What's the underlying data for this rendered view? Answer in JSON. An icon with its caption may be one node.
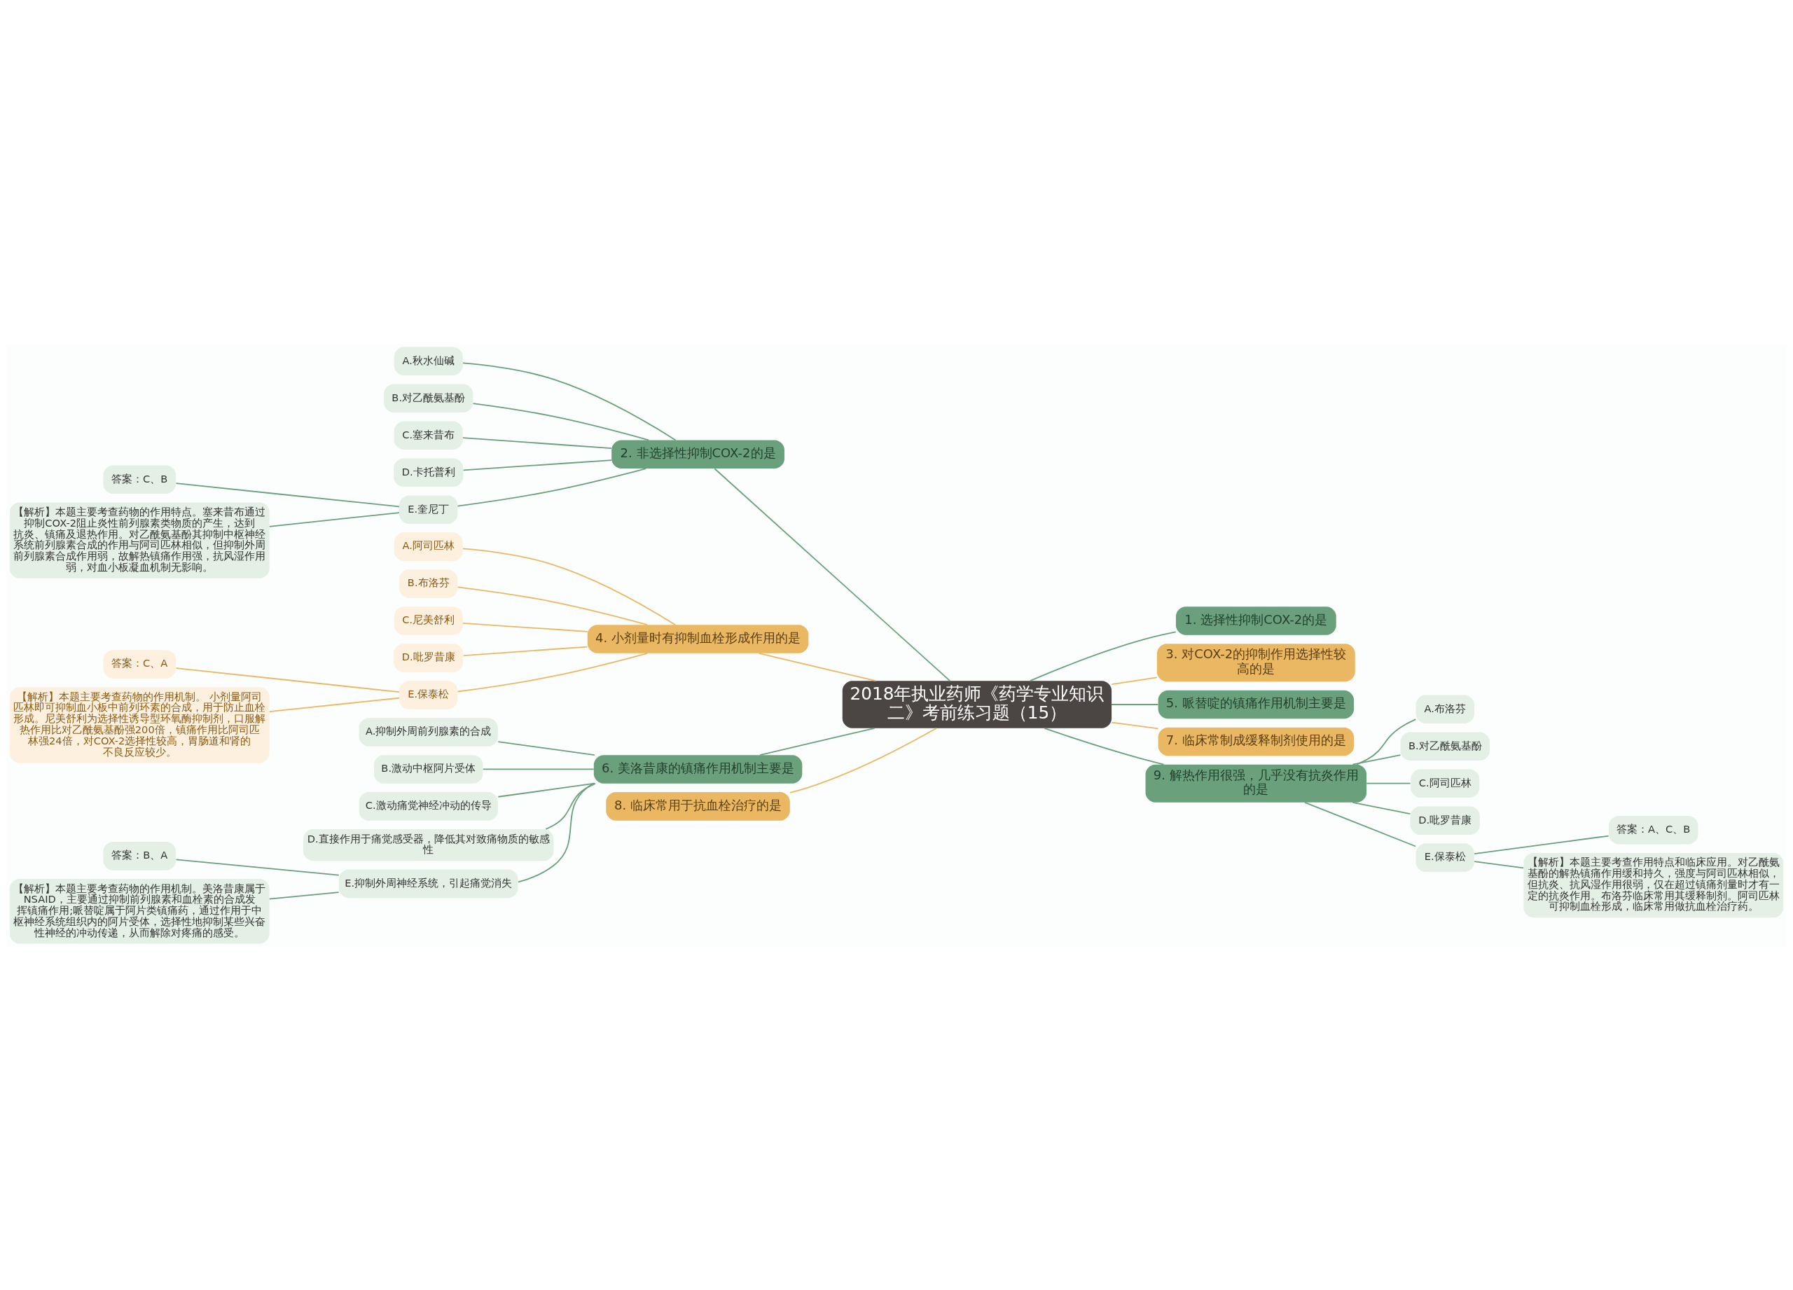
{
  "diagram": {
    "nodes": [
      {
        "text": [
          "2018年执业药师《药学专业知识二》考前练习题（15）"
        ]
      },
      {
        "text": [
          "2. 非选择性抑制COX-2的是"
        ]
      },
      {
        "text": [
          "A.秋水仙碱"
        ]
      },
      {
        "text": [
          "B.对乙酰氨基酚"
        ]
      },
      {
        "text": [
          "C.塞来昔布"
        ]
      },
      {
        "text": [
          "D.卡托普利"
        ]
      },
      {
        "text": [
          "E.奎尼丁"
        ]
      },
      {
        "text": [
          "答案：C、B"
        ]
      },
      {
        "text": [
          "【解析】本题主要考查药物的作用特点。塞来昔布通过抑制COX-2阻止炎性前列腺素类物质的产生，达到抗炎、镇痛及退热作用。对乙酰氨基酚其抑制中枢神经系统前列腺素合成的作用与阿司匹林相似，但抑制外周前列腺素合成作用弱，故解热镇痛作用强，抗风湿作用弱，对血小板凝血机制无影响。"
        ]
      },
      {
        "text": [
          "4. 小剂量时有抑制血栓形成作用的是"
        ]
      },
      {
        "text": [
          "A.阿司匹林"
        ]
      },
      {
        "text": [
          "B.布洛芬"
        ]
      },
      {
        "text": [
          "C.尼美舒利"
        ]
      },
      {
        "text": [
          "D.吡罗昔康"
        ]
      },
      {
        "text": [
          "E.保泰松"
        ]
      },
      {
        "text": [
          "答案：C、A"
        ]
      },
      {
        "text": [
          "【解析】本题主要考查药物的作用机制。 小剂量阿司匹林即可抑制血小板中前列环素的合成，用于防止血栓形成。尼美舒利为选择性诱导型环氧酶抑制剂，口服解热作用比对乙酰氨基酚强200倍，镇痛作用比阿司匹林强24倍，对COX-2选择性较高，胃肠道和肾的不良反应较少。"
        ]
      },
      {
        "text": [
          "6. 美洛昔康的镇痛作用机制主要是"
        ]
      },
      {
        "text": [
          "A.抑制外周前列腺素的合成"
        ]
      },
      {
        "text": [
          "B.激动中枢阿片受体"
        ]
      },
      {
        "text": [
          "C.激动痛觉神经冲动的传导"
        ]
      },
      {
        "text": [
          "D.直接作用于痛觉感受器，降低其对致痛物质的敏感性"
        ]
      },
      {
        "text": [
          "E.抑制外周神经系统，引起痛觉消失"
        ]
      },
      {
        "text": [
          "答案：B、A"
        ]
      },
      {
        "text": [
          "【解析】本题主要考查药物的作用机制。美洛昔康属于NSAID，主要通过抑制前列腺素和血栓素的合成发挥镇痛作用;哌替啶属于阿片类镇痛药，通过作用于中枢神经系统组织内的阿片受体，选择性地抑制某些兴奋性神经的冲动传递，从而解除对疼痛的感受。"
        ]
      },
      {
        "text": [
          "8. 临床常用于抗血栓治疗的是"
        ]
      },
      {
        "text": [
          "1. 选择性抑制COX-2的是"
        ]
      },
      {
        "text": [
          "3. 对COX-2的抑制作用选择性较高的是"
        ]
      },
      {
        "text": [
          "5. 哌替啶的镇痛作用机制主要是"
        ]
      },
      {
        "text": [
          "7. 临床常制成缓释制剂使用的是"
        ]
      },
      {
        "text": [
          "9. 解热作用很强，几乎没有抗炎作用的是"
        ]
      },
      {
        "text": [
          "A.布洛芬"
        ]
      },
      {
        "text": [
          "B.对乙酰氨基酚"
        ]
      },
      {
        "text": [
          "C.阿司匹林"
        ]
      },
      {
        "text": [
          "D.吡罗昔康"
        ]
      },
      {
        "text": [
          "E.保泰松"
        ]
      },
      {
        "text": [
          "答案：A、C、B"
        ]
      },
      {
        "text": [
          "【解析】本题主要考查作用特点和临床应用。对乙酰氨基酚的解热镇痛作用缓和持久，强度与阿司匹林相似，但抗炎、抗风湿作用很弱，仅在超过镇痛剂量时才有一定的抗炎作用。布洛芬临床常用其缓释制剂。阿司匹林可抑制血栓形成，临床常用做抗血栓治疗药。"
        ]
      }
    ],
    "edges": [
      {
        "from": 0,
        "to": 1,
        "arrow": "none"
      },
      {
        "from": 1,
        "to": 2,
        "arrow": "none"
      },
      {
        "from": 1,
        "to": 3,
        "arrow": "none"
      },
      {
        "from": 1,
        "to": 4,
        "arrow": "none"
      },
      {
        "from": 1,
        "to": 5,
        "arrow": "none"
      },
      {
        "from": 1,
        "to": 6,
        "arrow": "none"
      },
      {
        "from": 6,
        "to": 7,
        "arrow": "none"
      },
      {
        "from": 6,
        "to": 8,
        "arrow": "none"
      },
      {
        "from": 0,
        "to": 9,
        "arrow": "none",
        "color": "#eab862"
      },
      {
        "from": 9,
        "to": 10,
        "arrow": "none",
        "color": "#eab862"
      },
      {
        "from": 9,
        "to": 11,
        "arrow": "none",
        "color": "#eab862"
      },
      {
        "from": 9,
        "to": 12,
        "arrow": "none",
        "color": "#eab862"
      },
      {
        "from": 9,
        "to": 13,
        "arrow": "none",
        "color": "#eab862"
      },
      {
        "from": 9,
        "to": 14,
        "arrow": "none",
        "color": "#eab862"
      },
      {
        "from": 14,
        "to": 15,
        "arrow": "none",
        "color": "#eab862"
      },
      {
        "from": 14,
        "to": 16,
        "arrow": "none",
        "color": "#eab862"
      },
      {
        "from": 0,
        "to": 17,
        "arrow": "none"
      },
      {
        "from": 17,
        "to": 18,
        "arrow": "none"
      },
      {
        "from": 17,
        "to": 19,
        "arrow": "none"
      },
      {
        "from": 17,
        "to": 20,
        "arrow": "none"
      },
      {
        "from": 17,
        "to": 21,
        "arrow": "none"
      },
      {
        "from": 17,
        "to": 22,
        "arrow": "none"
      },
      {
        "from": 22,
        "to": 23,
        "arrow": "none"
      },
      {
        "from": 22,
        "to": 24,
        "arrow": "none"
      },
      {
        "from": 0,
        "to": 25,
        "arrow": "none",
        "color": "#eab862"
      },
      {
        "from": 0,
        "to": 26,
        "arrow": "none"
      },
      {
        "from": 0,
        "to": 27,
        "arrow": "none",
        "color": "#eab862"
      },
      {
        "from": 0,
        "to": 28,
        "arrow": "none"
      },
      {
        "from": 0,
        "to": 29,
        "arrow": "none",
        "color": "#eab862"
      },
      {
        "from": 0,
        "to": 30,
        "arrow": "none"
      },
      {
        "from": 30,
        "to": 31,
        "arrow": "none"
      },
      {
        "from": 30,
        "to": 32,
        "arrow": "none"
      },
      {
        "from": 30,
        "to": 33,
        "arrow": "none"
      },
      {
        "from": 30,
        "to": 34,
        "arrow": "none"
      },
      {
        "from": 30,
        "to": 35,
        "arrow": "none"
      },
      {
        "from": 35,
        "to": 36,
        "arrow": "none"
      },
      {
        "from": 35,
        "to": 37,
        "arrow": "none"
      }
    ]
  }
}
